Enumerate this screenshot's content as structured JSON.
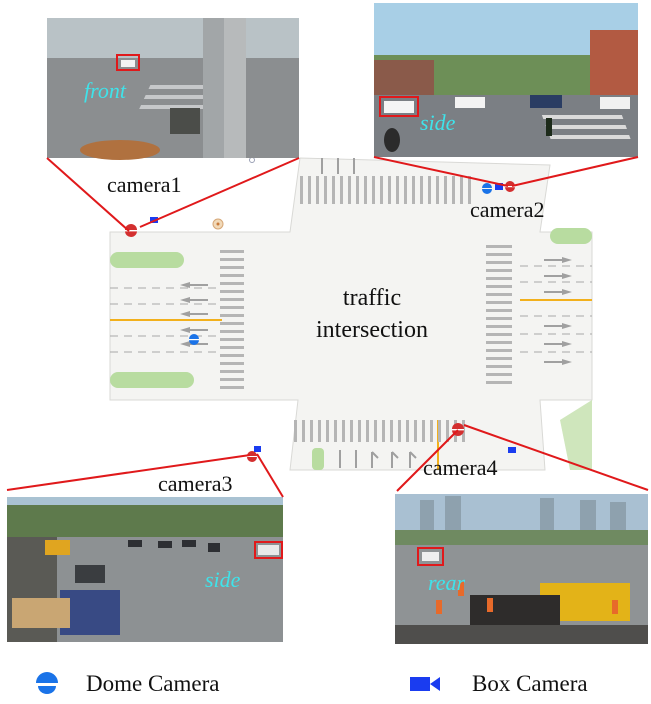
{
  "cameras": [
    {
      "id": "camera1",
      "label": "camera1",
      "view": "front"
    },
    {
      "id": "camera2",
      "label": "camera2",
      "view": "side"
    },
    {
      "id": "camera3",
      "label": "camera3",
      "view": "side"
    },
    {
      "id": "camera4",
      "label": "camera4",
      "view": "rear"
    }
  ],
  "center_label": {
    "line1": "traffic",
    "line2": "intersection"
  },
  "legend": {
    "dome": "Dome Camera",
    "box": "Box Camera"
  },
  "colors": {
    "connector": "#e0191b",
    "dome_legend": "#1a73e8",
    "box_legend": "#1a3cf0",
    "dome_map": "#d32f2f",
    "view_tag": "#3fe3ea",
    "highlight_box": "#e0191b",
    "road": "#f4f4f2",
    "lane_marking": "#9a9a9a",
    "green_area": "#b8dca0",
    "yellow_line": "#f2b01c"
  }
}
